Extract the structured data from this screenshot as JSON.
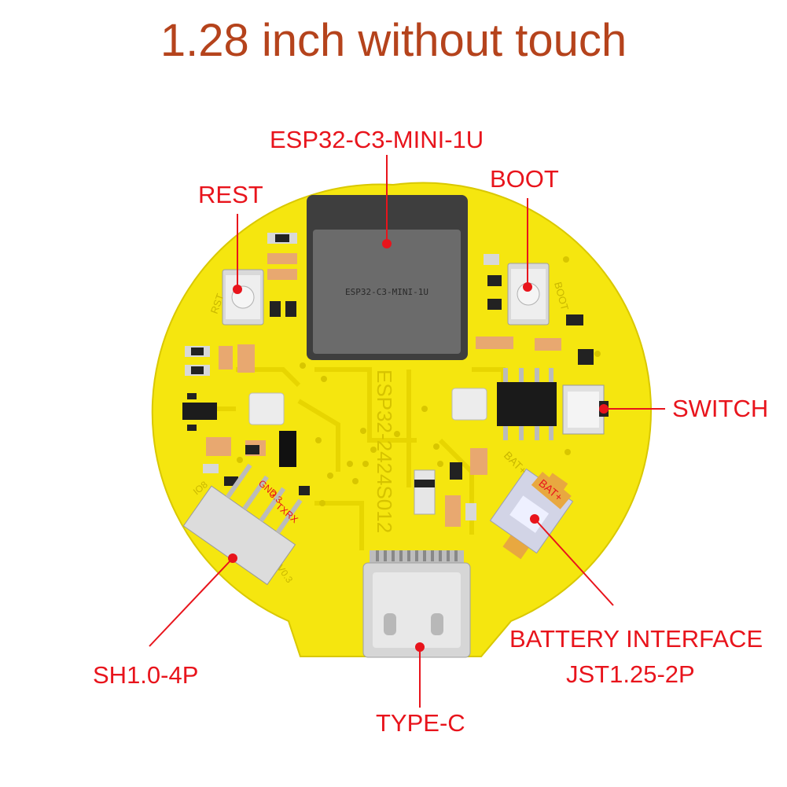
{
  "title": "1.28 inch without touch",
  "callouts": {
    "module": "ESP32-C3-MINI-1U",
    "rest": "REST",
    "boot": "BOOT",
    "switch": "SWITCH",
    "sh_connector": "SH1.0-4P",
    "type_c": "TYPE-C",
    "battery_line1": "BATTERY INTERFACE",
    "battery_line2": "JST1.25-2P"
  },
  "board": {
    "module_marking": "ESP32-C3-MINI-1U",
    "part_number": "ESP32-2424S012",
    "silk_rst": "RST",
    "silk_boot": "BOOT",
    "silk_bat_plus": "BAT+",
    "silk_bat_label": "BAT+",
    "silk_gnd": "GND",
    "silk_3v3": "3.3",
    "silk_tx": "TX",
    "silk_rx": "RX",
    "silk_version": "V0.3",
    "silk_io8": "IO8"
  },
  "colors": {
    "title": "#b5431c",
    "callout": "#e8141c",
    "pcb": "#f5e60f",
    "module": "#4a4a4a"
  }
}
